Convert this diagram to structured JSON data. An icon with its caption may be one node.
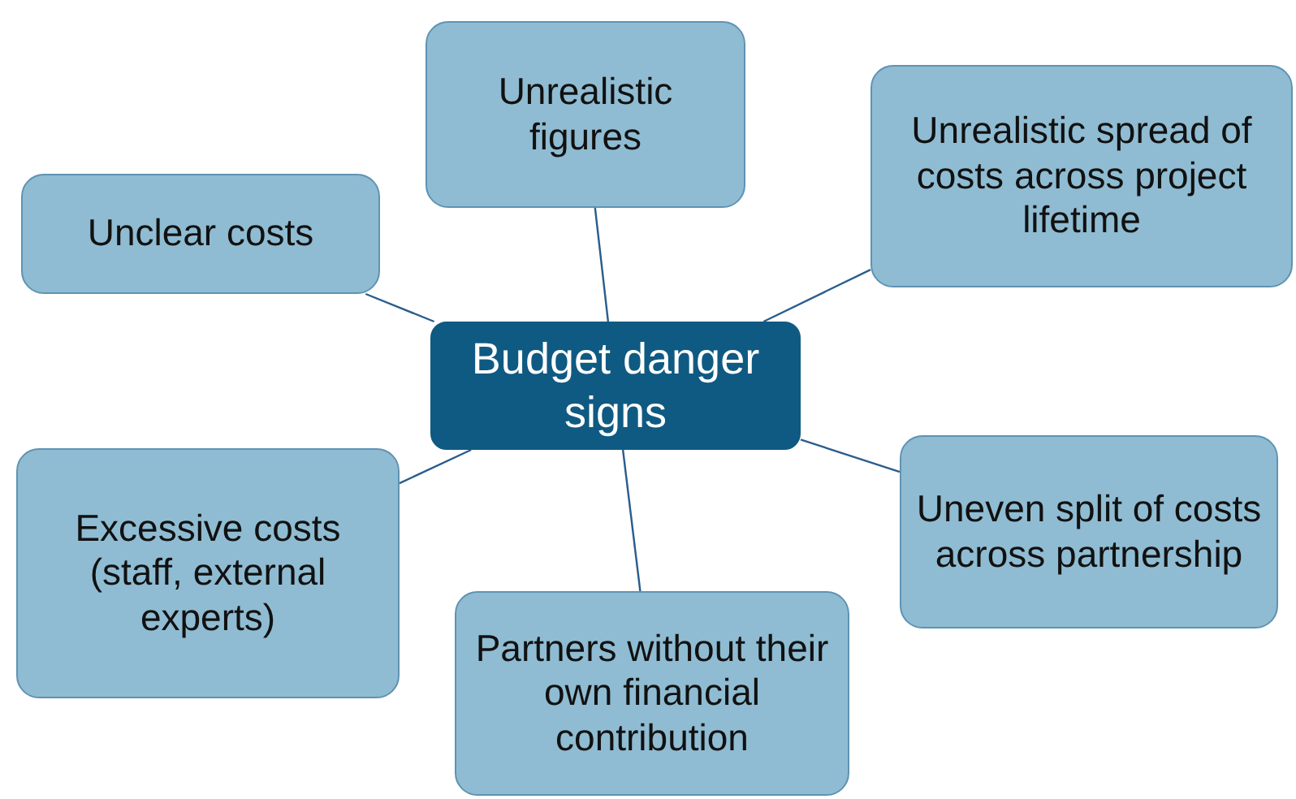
{
  "diagram": {
    "nodes": [
      {
        "text": [
          "Budget danger signs"
        ]
      },
      {
        "text": [
          "Unrealistic figures"
        ]
      },
      {
        "text": [
          "Unrealistic spread of costs across project lifetime"
        ]
      },
      {
        "text": [
          "Unclear costs"
        ]
      },
      {
        "text": [
          "Uneven split of costs across partnership"
        ]
      },
      {
        "text": [
          "Excessive costs (staff, external experts)"
        ]
      },
      {
        "text": [
          "Partners without their own financial contribution"
        ]
      }
    ],
    "edges": [
      {
        "from": 0,
        "to": 1,
        "arrow": "none"
      },
      {
        "from": 0,
        "to": 2,
        "arrow": "none"
      },
      {
        "from": 0,
        "to": 3,
        "arrow": "none"
      },
      {
        "from": 0,
        "to": 4,
        "arrow": "none"
      },
      {
        "from": 0,
        "to": 5,
        "arrow": "none"
      },
      {
        "from": 0,
        "to": 6,
        "arrow": "none"
      }
    ]
  }
}
